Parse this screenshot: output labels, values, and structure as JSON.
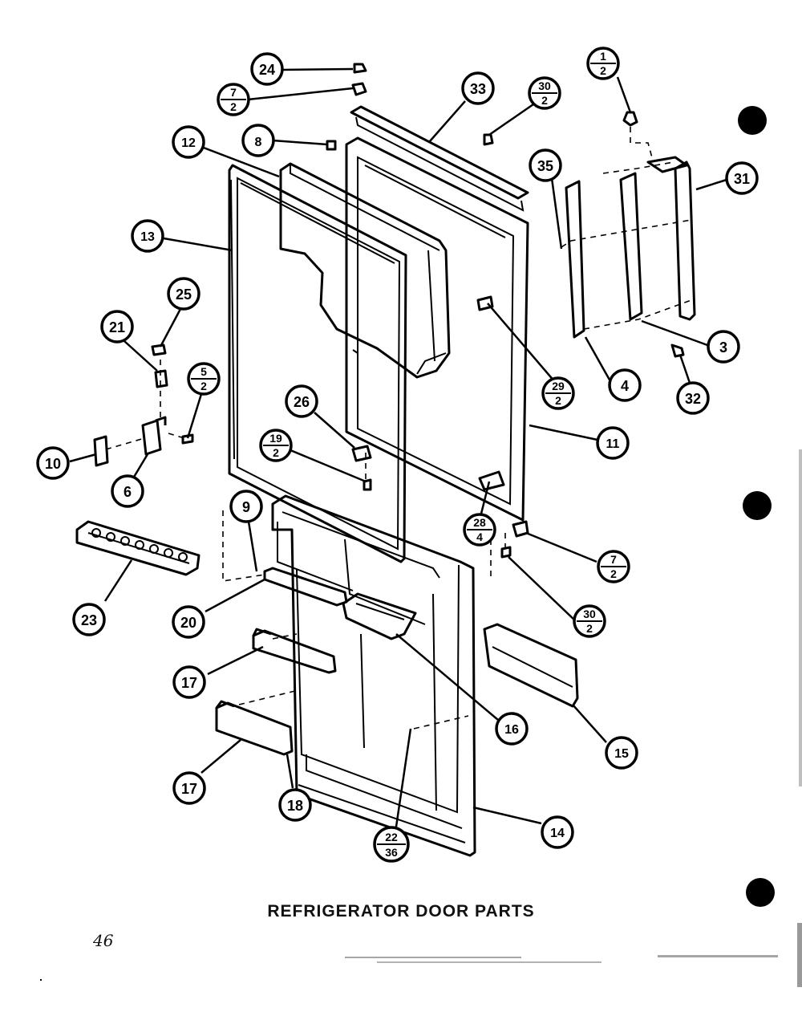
{
  "title": "REFRIGERATOR DOOR PARTS",
  "page_number": "46",
  "callouts": [
    {
      "id": "c24",
      "top": "24"
    },
    {
      "id": "c7-2a",
      "top": "7",
      "bottom": "2"
    },
    {
      "id": "c33",
      "top": "33"
    },
    {
      "id": "c30-2a",
      "top": "30",
      "bottom": "2"
    },
    {
      "id": "c1-2",
      "top": "1",
      "bottom": "2"
    },
    {
      "id": "c8",
      "top": "8"
    },
    {
      "id": "c12",
      "top": "12"
    },
    {
      "id": "c35",
      "top": "35"
    },
    {
      "id": "c31",
      "top": "31"
    },
    {
      "id": "c13",
      "top": "13"
    },
    {
      "id": "c25",
      "top": "25"
    },
    {
      "id": "c21",
      "top": "21"
    },
    {
      "id": "c3",
      "top": "3"
    },
    {
      "id": "c4",
      "top": "4"
    },
    {
      "id": "c29-2",
      "top": "29",
      "bottom": "2"
    },
    {
      "id": "c32",
      "top": "32"
    },
    {
      "id": "c5-2",
      "top": "5",
      "bottom": "2"
    },
    {
      "id": "c26",
      "top": "26"
    },
    {
      "id": "c11",
      "top": "11"
    },
    {
      "id": "c10",
      "top": "10"
    },
    {
      "id": "c19-2",
      "top": "19",
      "bottom": "2"
    },
    {
      "id": "c6",
      "top": "6"
    },
    {
      "id": "c9",
      "top": "9"
    },
    {
      "id": "c28-4",
      "top": "28",
      "bottom": "4"
    },
    {
      "id": "c7-2b",
      "top": "7",
      "bottom": "2"
    },
    {
      "id": "c23",
      "top": "23"
    },
    {
      "id": "c20",
      "top": "20"
    },
    {
      "id": "c30-2b",
      "top": "30",
      "bottom": "2"
    },
    {
      "id": "c17a",
      "top": "17"
    },
    {
      "id": "c16",
      "top": "16"
    },
    {
      "id": "c15",
      "top": "15"
    },
    {
      "id": "c17b",
      "top": "17"
    },
    {
      "id": "c18",
      "top": "18"
    },
    {
      "id": "c14",
      "top": "14"
    },
    {
      "id": "c22-36",
      "top": "22",
      "bottom": "36"
    }
  ]
}
